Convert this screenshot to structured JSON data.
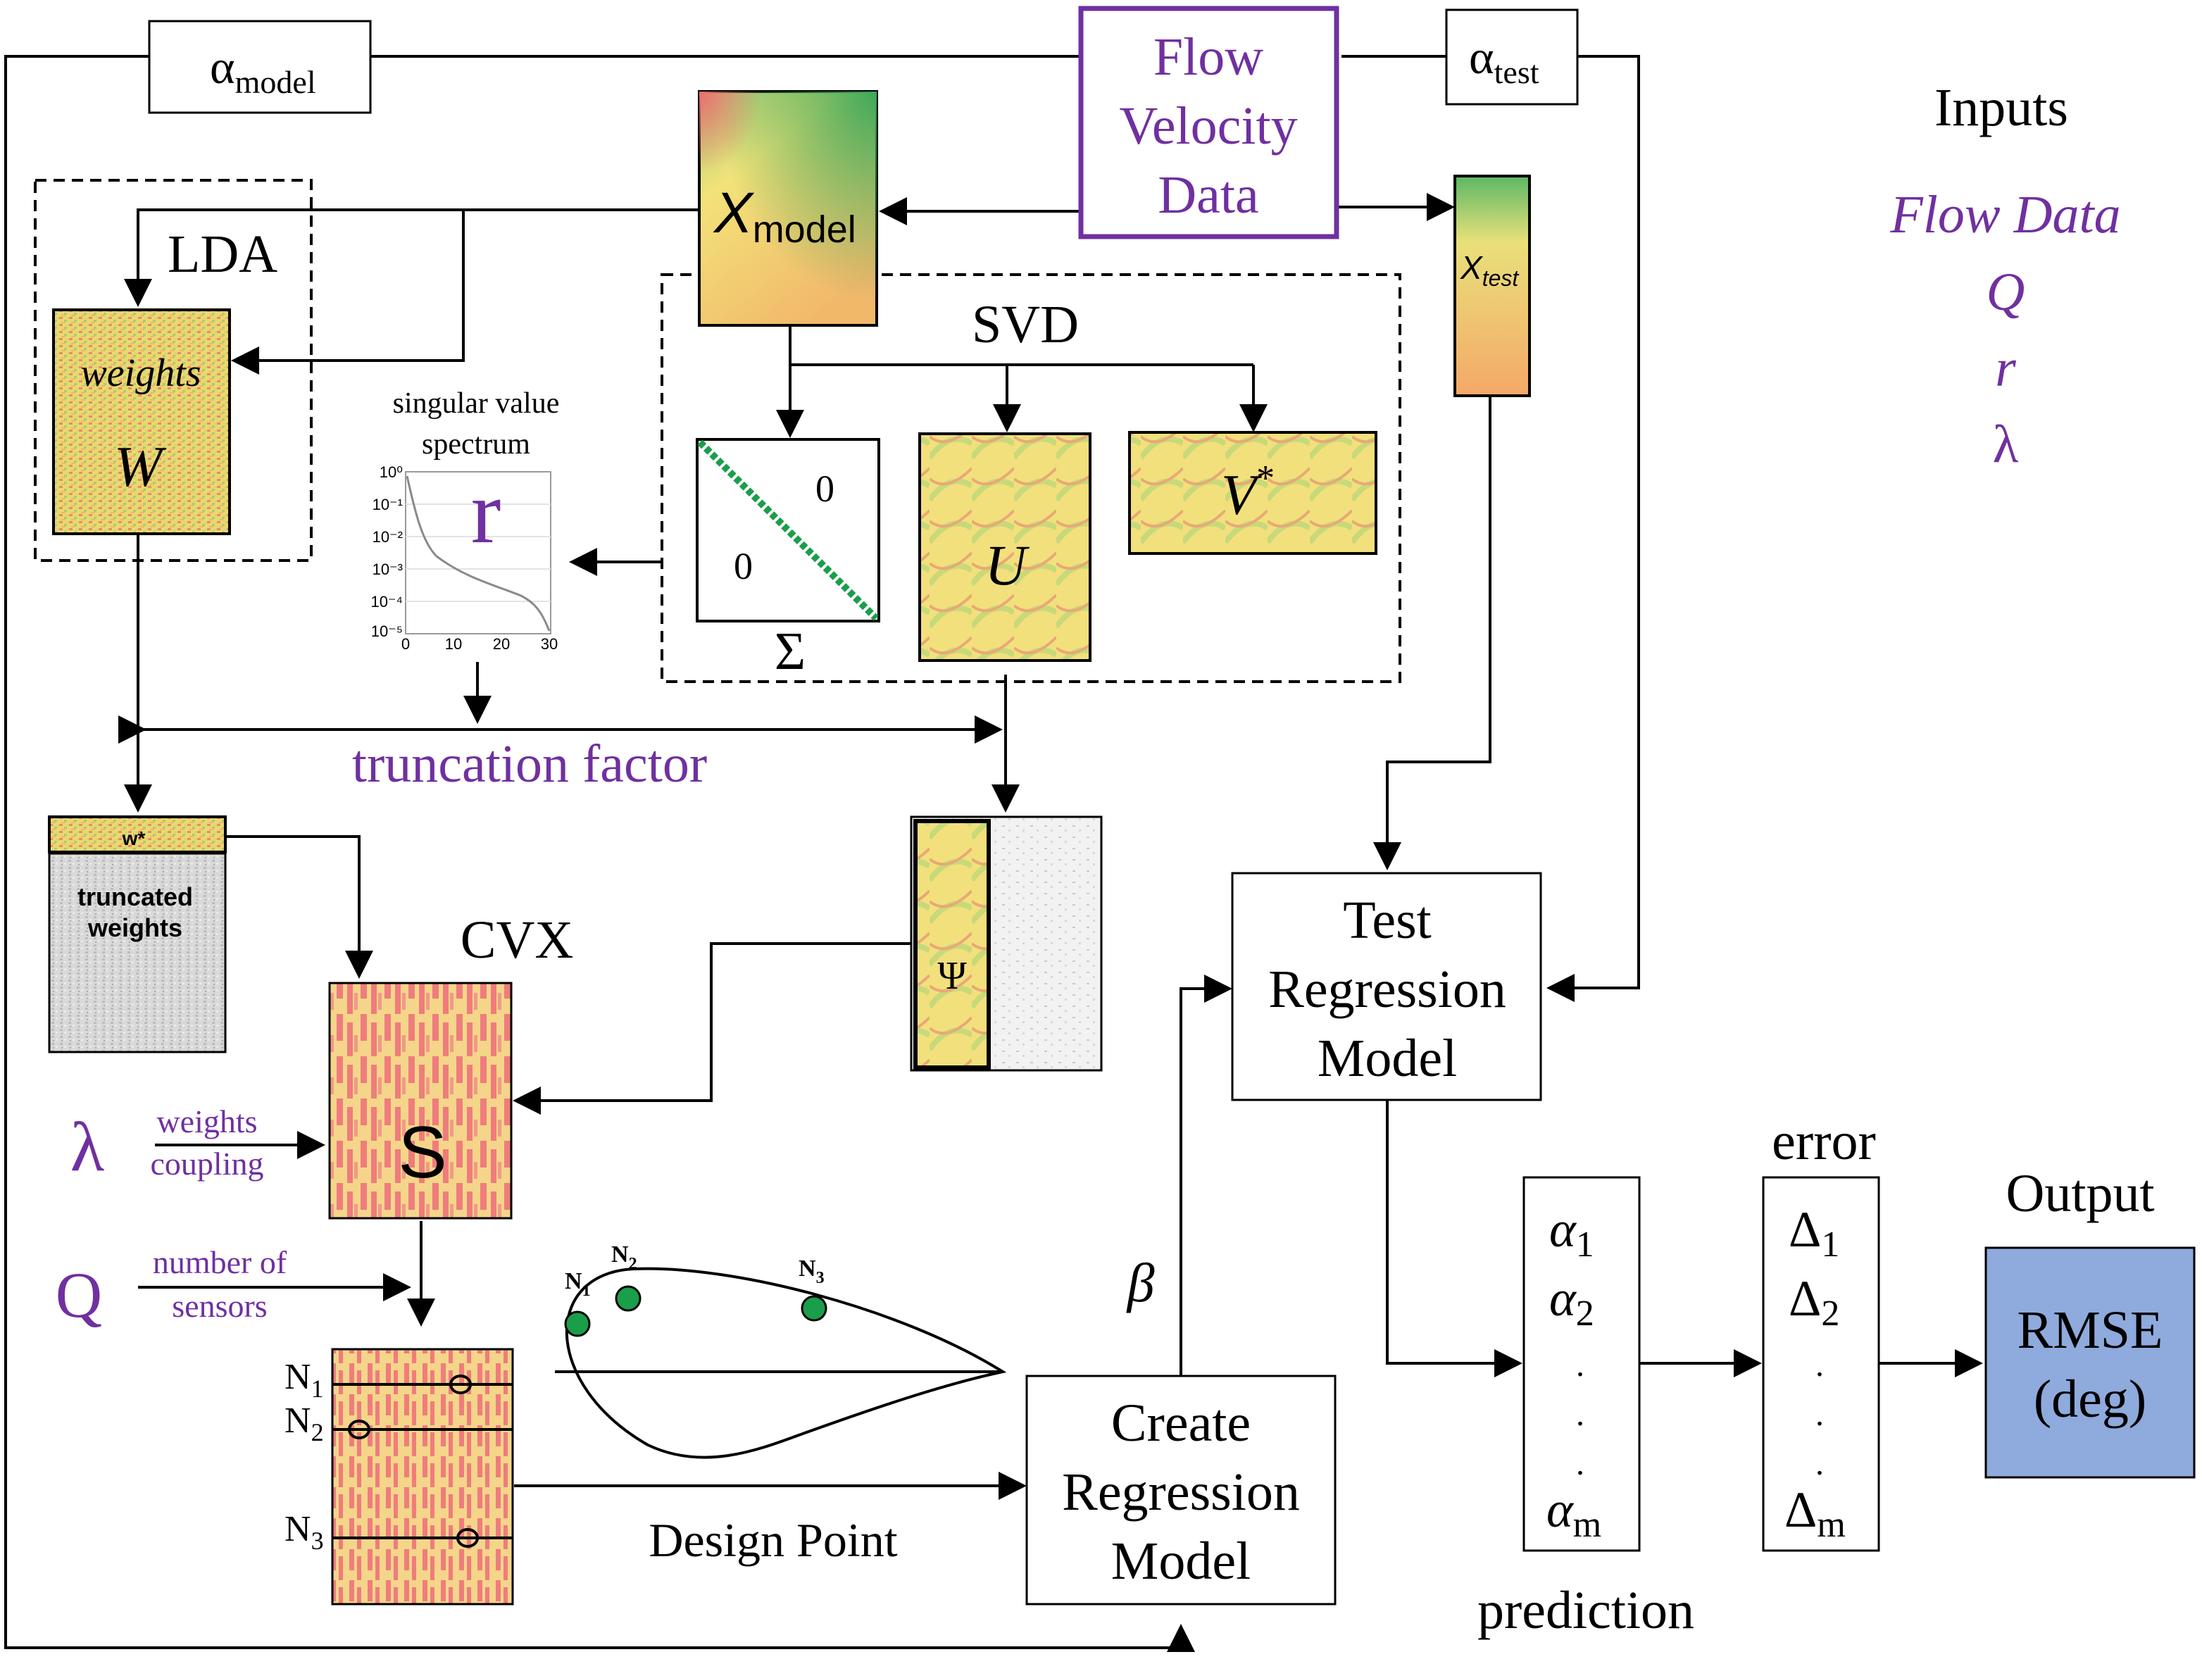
{
  "colors": {
    "accent_purple": "#7030a0",
    "output_box_fill": "#8faadc",
    "sensor_dot": "#1a9e4a",
    "matrix_yellow": "#f5e17a",
    "matrix_green": "#4cae5e",
    "matrix_red": "#ef6f6f"
  },
  "inputs": {
    "heading": "Inputs",
    "items": [
      "Flow Data",
      "Q",
      "r",
      "λ"
    ]
  },
  "flow_data_box": {
    "line1": "Flow",
    "line2": "Velocity",
    "line3": "Data"
  },
  "alpha_model": {
    "symbol": "α",
    "sub": "model"
  },
  "alpha_test": {
    "symbol": "α",
    "sub": "test"
  },
  "x_model": {
    "symbol": "X",
    "sub": "model"
  },
  "x_test": {
    "symbol": "X",
    "sub": "test"
  },
  "lda": {
    "label": "LDA",
    "weights_label": "weights",
    "w_label": "W"
  },
  "svd": {
    "label": "SVD",
    "sigma_symbol": "Σ",
    "sigma_zero_upper": "0",
    "sigma_zero_lower": "0",
    "u_label": "U",
    "v_label": "V",
    "v_sup": "*"
  },
  "spectrum": {
    "title_line1": "singular value",
    "title_line2": "spectrum",
    "r_label": "r",
    "y_ticks": [
      "10⁰",
      "10⁻¹",
      "10⁻²",
      "10⁻³",
      "10⁻⁴",
      "10⁻⁵"
    ],
    "x_ticks": [
      "0",
      "10",
      "20",
      "30"
    ]
  },
  "truncation_label": "truncation factor",
  "truncated_weights": {
    "w_star": "w*",
    "line1": "truncated",
    "line2": "weights"
  },
  "psi_label": "Ψ",
  "cvx": {
    "label": "CVX",
    "s_label": "S"
  },
  "lambda_input": {
    "symbol": "λ",
    "line1": "weights",
    "line2": "coupling"
  },
  "q_input": {
    "symbol": "Q",
    "line1": "number of",
    "line2": "sensors"
  },
  "sensor_rows": [
    {
      "label": "N",
      "sub": "1"
    },
    {
      "label": "N",
      "sub": "2"
    },
    {
      "label": "N",
      "sub": "3"
    }
  ],
  "airfoil_sensors": [
    {
      "label": "N",
      "sub": "1"
    },
    {
      "label": "N",
      "sub": "2"
    },
    {
      "label": "N",
      "sub": "3"
    }
  ],
  "design_point_label": "Design Point",
  "create_model": {
    "line1": "Create",
    "line2": "Regression",
    "line3": "Model"
  },
  "beta_label": "β",
  "test_model": {
    "line1": "Test",
    "line2": "Regression",
    "line3": "Model"
  },
  "prediction": {
    "label": "prediction",
    "symbol": "α",
    "subs": [
      "1",
      "2"
    ],
    "last_sub": "m",
    "dot": "."
  },
  "error": {
    "label": "error",
    "symbol": "Δ",
    "subs": [
      "1",
      "2"
    ],
    "last_sub": "m",
    "dot": "."
  },
  "output": {
    "heading": "Output",
    "line1": "RMSE",
    "line2": "(deg)"
  }
}
